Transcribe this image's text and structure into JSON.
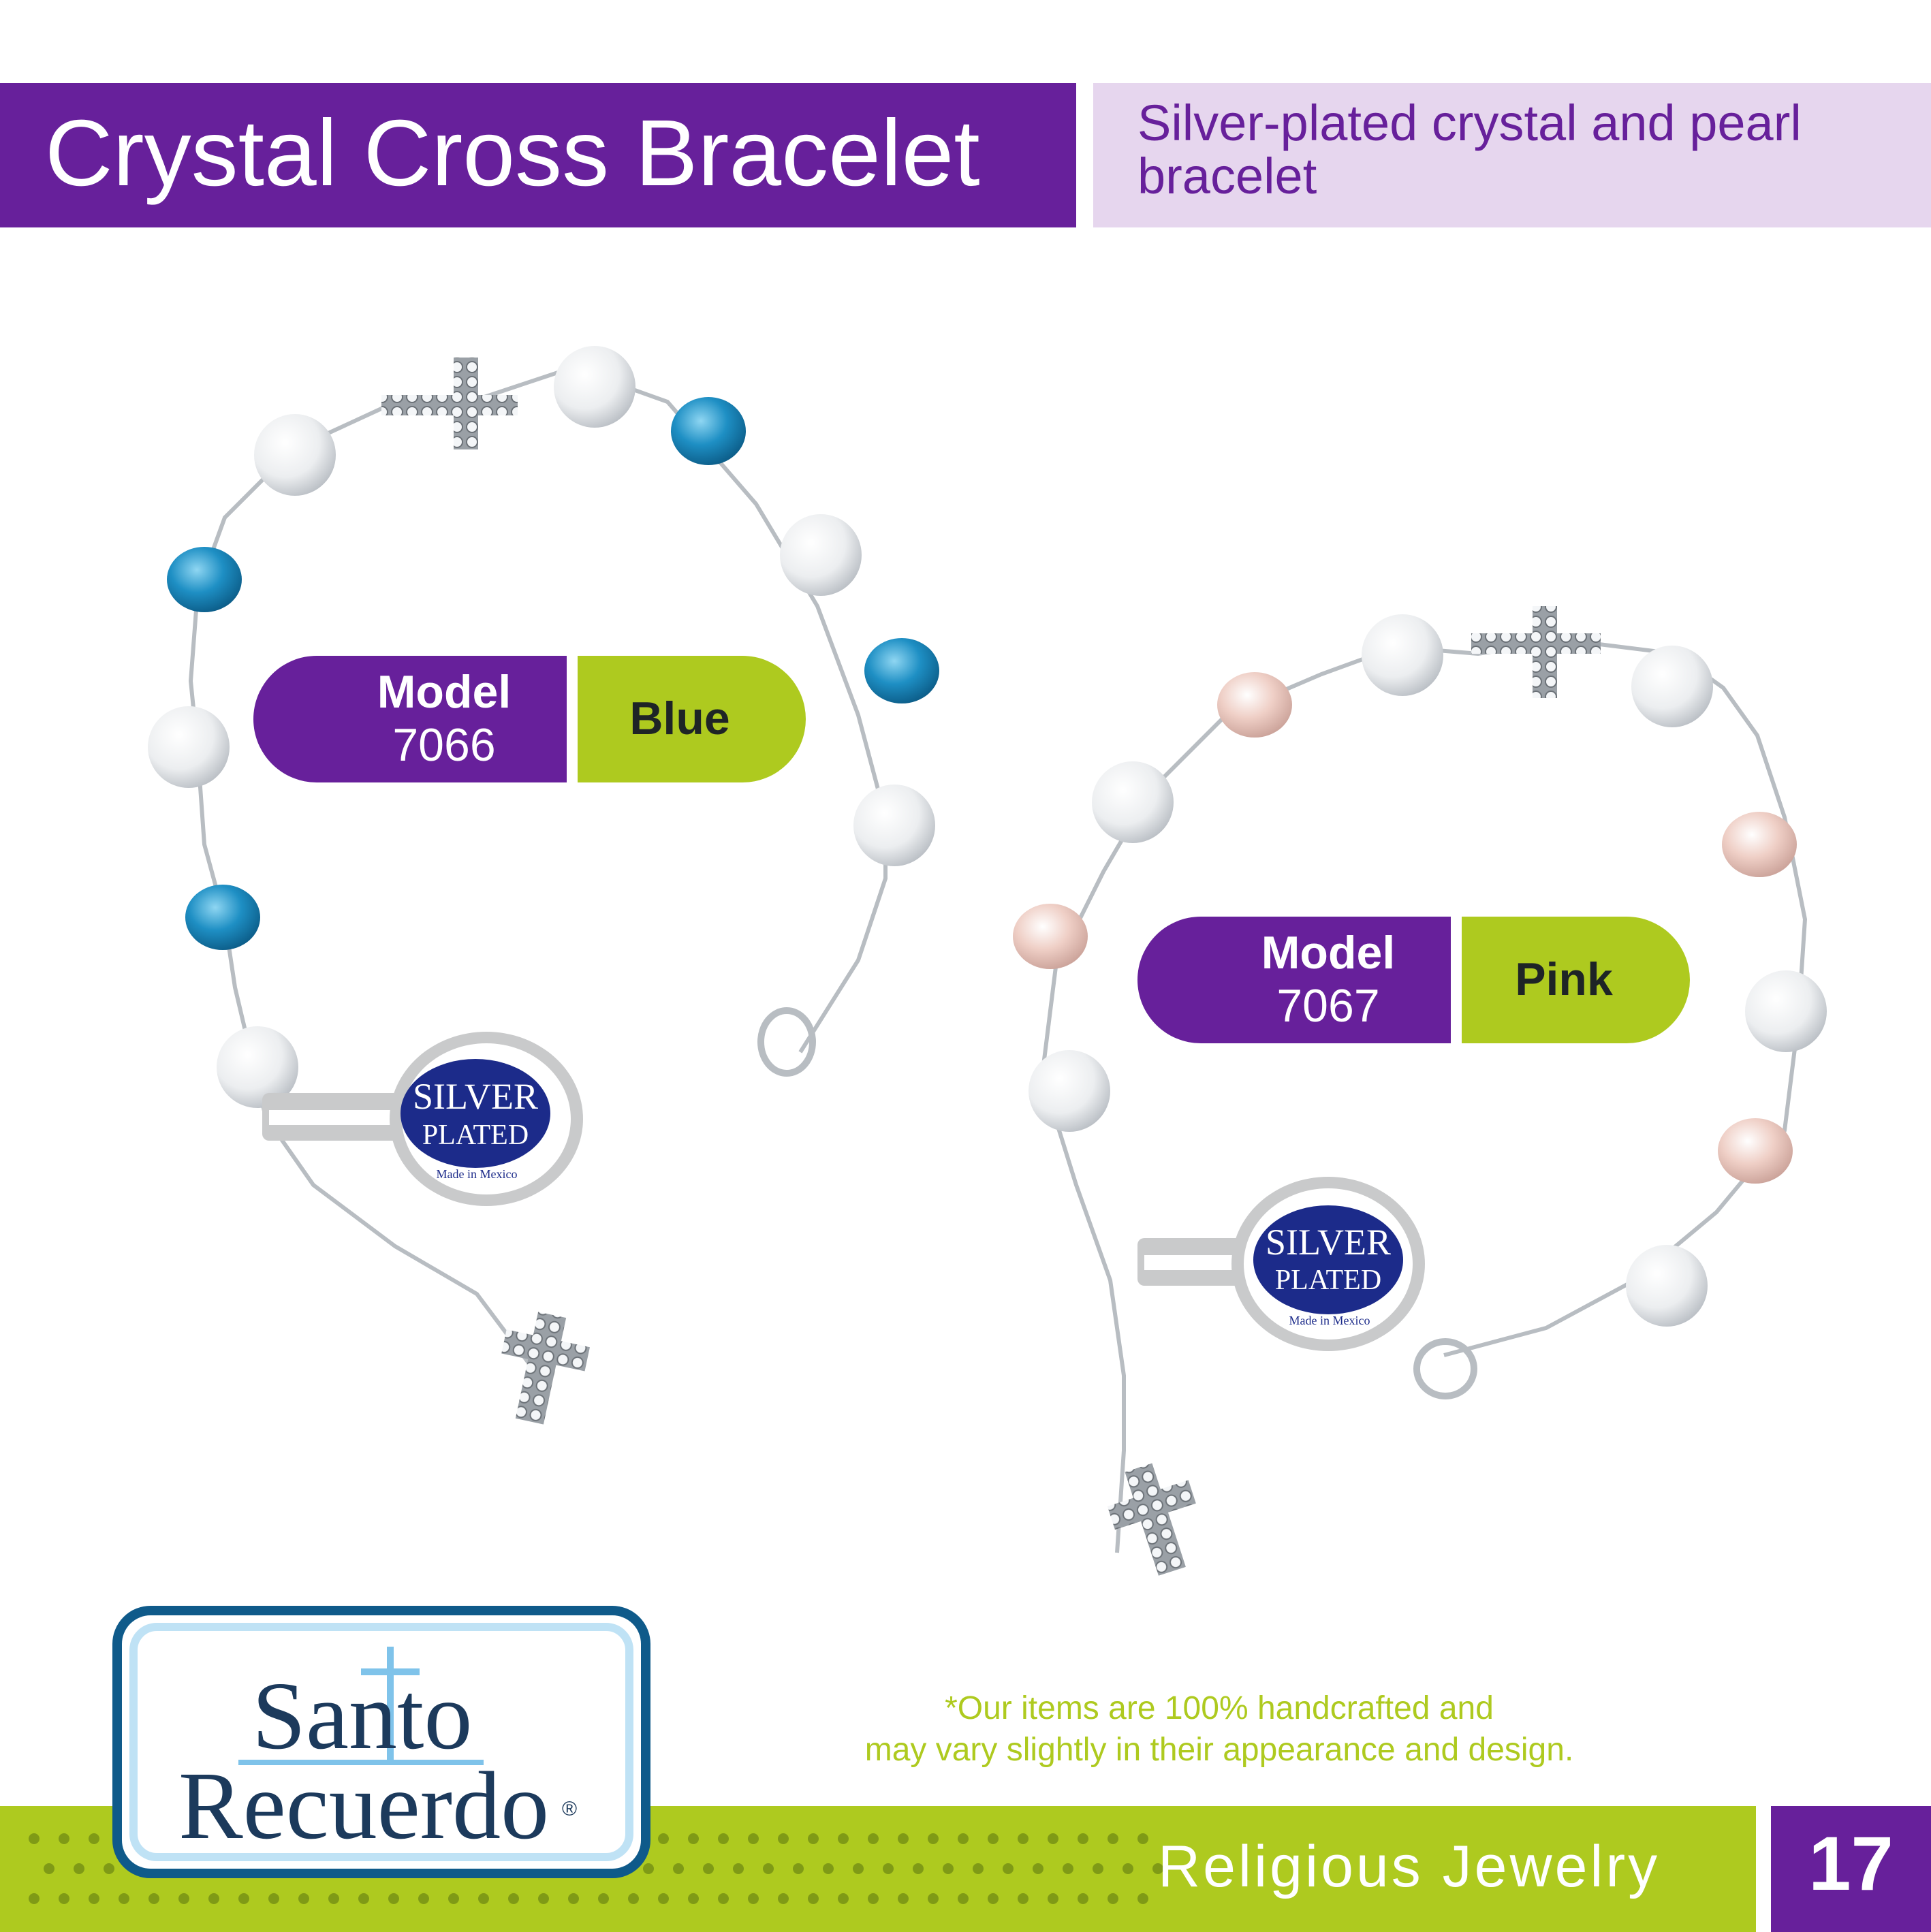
{
  "header": {
    "title": "Crystal Cross Bracelet",
    "subtitle": "Silver-plated crystal and pearl bracelet"
  },
  "products": [
    {
      "model_label": "Model",
      "model_number": "7066",
      "color": "Blue",
      "bead_color": "#1e8fc4"
    },
    {
      "model_label": "Model",
      "model_number": "7067",
      "color": "Pink",
      "bead_color": "#efcfc6"
    }
  ],
  "seal": {
    "line1": "SILVER",
    "line2": "PLATED",
    "line3": "Made in Mexico"
  },
  "logo": {
    "line1": "Santo",
    "line2": "Recuerdo",
    "reg": "®"
  },
  "footer": {
    "disclaimer_line1": "*Our items are 100% handcrafted and",
    "disclaimer_line2": "may vary slightly in their appearance and design.",
    "category": "Religious Jewelry",
    "page_number": "17"
  },
  "colors": {
    "purple": "#67209b",
    "lavender": "#e6d6ee",
    "lime": "#aeca1f",
    "navy": "#1c3a5c"
  }
}
